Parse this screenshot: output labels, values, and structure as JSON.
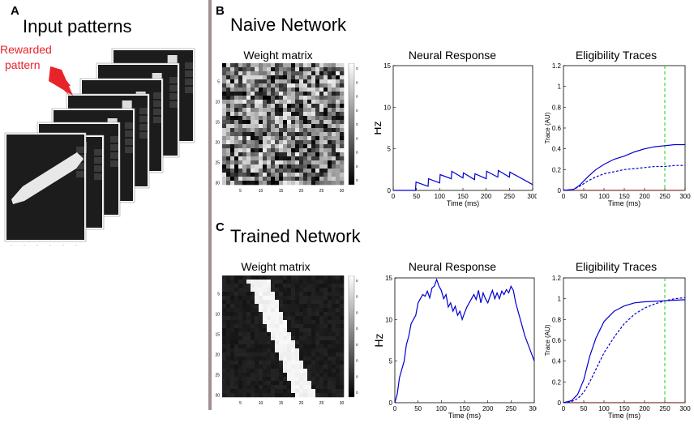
{
  "panels": {
    "a": {
      "letter": "A",
      "title": "Input patterns",
      "rewarded_label": [
        "Rewarded",
        "pattern"
      ],
      "arrow_color": "#e8242b"
    },
    "b": {
      "letter": "B",
      "title": "Naive Network"
    },
    "c": {
      "letter": "C",
      "title": "Trained Network"
    }
  },
  "colorbar_naive": [
    "0.038",
    "0.037",
    "0.037",
    "0.036",
    "0.035",
    "0.034",
    "0.033",
    "0.032",
    "0.031"
  ],
  "colorbar_trained": [
    "0.18",
    "0.16",
    "0.14",
    "0.12",
    "0.1",
    "0.08",
    "0.06",
    "0.04"
  ],
  "matrix_ticks": [
    "5",
    "10",
    "15",
    "20",
    "25",
    "30"
  ],
  "chart_data": [
    {
      "id": "naive-weights",
      "type": "heatmap",
      "title": "Weight matrix",
      "size": 30,
      "pattern": "random",
      "clim": [
        0.031,
        0.038
      ]
    },
    {
      "id": "naive-response",
      "type": "line",
      "title": "Neural Response",
      "xlabel": "Time (ms)",
      "ylabel": "Hz",
      "xlim": [
        0,
        300
      ],
      "ylim": [
        0,
        15
      ],
      "xticks": [
        0,
        50,
        100,
        150,
        200,
        250,
        300
      ],
      "yticks": [
        0,
        5,
        10,
        15
      ],
      "series": [
        {
          "style": "solid",
          "color": "#0000d0",
          "points": [
            [
              0,
              0
            ],
            [
              48,
              0
            ],
            [
              49,
              1
            ],
            [
              75,
              0.5
            ],
            [
              76,
              1.4
            ],
            [
              100,
              0.9
            ],
            [
              101,
              1.9
            ],
            [
              125,
              1.4
            ],
            [
              126,
              2.3
            ],
            [
              150,
              1.5
            ],
            [
              151,
              2.1
            ],
            [
              175,
              1.3
            ],
            [
              176,
              2.0
            ],
            [
              200,
              1.4
            ],
            [
              201,
              2.3
            ],
            [
              225,
              1.6
            ],
            [
              226,
              2.4
            ],
            [
              250,
              1.6
            ],
            [
              251,
              2.2
            ],
            [
              300,
              0.7
            ]
          ]
        }
      ]
    },
    {
      "id": "naive-traces",
      "type": "line",
      "title": "Eligibility Traces",
      "xlabel": "Time (ms)",
      "ylabel": "Trace (AU)",
      "xlim": [
        0,
        300
      ],
      "ylim": [
        0,
        1.2
      ],
      "xticks": [
        0,
        50,
        100,
        150,
        200,
        250,
        300
      ],
      "yticks": [
        0,
        0.2,
        0.4,
        0.6,
        0.8,
        1,
        1.2
      ],
      "vline": 250,
      "series": [
        {
          "style": "solid",
          "color": "#0000d0",
          "points": [
            [
              0,
              0
            ],
            [
              25,
              0.01
            ],
            [
              40,
              0.05
            ],
            [
              60,
              0.13
            ],
            [
              80,
              0.2
            ],
            [
              100,
              0.25
            ],
            [
              125,
              0.3
            ],
            [
              150,
              0.33
            ],
            [
              175,
              0.37
            ],
            [
              200,
              0.4
            ],
            [
              225,
              0.42
            ],
            [
              250,
              0.43
            ],
            [
              275,
              0.44
            ],
            [
              300,
              0.44
            ]
          ]
        },
        {
          "style": "dashed",
          "color": "#0000d0",
          "points": [
            [
              0,
              0
            ],
            [
              25,
              0.01
            ],
            [
              40,
              0.04
            ],
            [
              60,
              0.09
            ],
            [
              80,
              0.13
            ],
            [
              100,
              0.16
            ],
            [
              125,
              0.18
            ],
            [
              150,
              0.2
            ],
            [
              175,
              0.21
            ],
            [
              200,
              0.22
            ],
            [
              225,
              0.23
            ],
            [
              250,
              0.23
            ],
            [
              275,
              0.24
            ],
            [
              300,
              0.24
            ]
          ]
        }
      ]
    },
    {
      "id": "trained-weights",
      "type": "heatmap",
      "title": "Weight matrix",
      "size": 30,
      "pattern": "diagonal-bar",
      "clim": [
        0.04,
        0.18
      ]
    },
    {
      "id": "trained-response",
      "type": "line",
      "title": "Neural Response",
      "xlabel": "Time (ms)",
      "ylabel": "Hz",
      "xlim": [
        0,
        300
      ],
      "ylim": [
        0,
        15
      ],
      "xticks": [
        0,
        50,
        100,
        150,
        200,
        250,
        300
      ],
      "yticks": [
        0,
        5,
        10,
        15
      ],
      "series": [
        {
          "style": "solid",
          "color": "#0000d0",
          "points": [
            [
              0,
              0
            ],
            [
              5,
              1
            ],
            [
              10,
              3
            ],
            [
              15,
              4
            ],
            [
              20,
              5
            ],
            [
              25,
              7
            ],
            [
              30,
              8
            ],
            [
              35,
              9.5
            ],
            [
              40,
              10
            ],
            [
              45,
              10.5
            ],
            [
              50,
              12
            ],
            [
              55,
              12.5
            ],
            [
              60,
              13
            ],
            [
              65,
              12.8
            ],
            [
              70,
              13.4
            ],
            [
              75,
              12.6
            ],
            [
              80,
              13.8
            ],
            [
              85,
              14
            ],
            [
              90,
              14.8
            ],
            [
              95,
              14
            ],
            [
              100,
              13.5
            ],
            [
              105,
              12.5
            ],
            [
              110,
              13
            ],
            [
              115,
              11.5
            ],
            [
              120,
              12
            ],
            [
              125,
              11
            ],
            [
              130,
              11.6
            ],
            [
              135,
              10.5
            ],
            [
              140,
              11
            ],
            [
              145,
              10
            ],
            [
              150,
              10.8
            ],
            [
              155,
              11.5
            ],
            [
              160,
              12
            ],
            [
              165,
              12.5
            ],
            [
              170,
              13
            ],
            [
              175,
              12.4
            ],
            [
              180,
              13.5
            ],
            [
              185,
              12
            ],
            [
              190,
              13.2
            ],
            [
              195,
              12.5
            ],
            [
              200,
              12
            ],
            [
              205,
              12.8
            ],
            [
              210,
              13.5
            ],
            [
              215,
              12.5
            ],
            [
              220,
              13.2
            ],
            [
              225,
              12.5
            ],
            [
              230,
              13.4
            ],
            [
              235,
              13
            ],
            [
              240,
              13.6
            ],
            [
              245,
              13.2
            ],
            [
              250,
              14
            ],
            [
              255,
              13.5
            ],
            [
              260,
              12
            ],
            [
              270,
              10
            ],
            [
              280,
              8
            ],
            [
              290,
              6.5
            ],
            [
              300,
              5
            ]
          ]
        }
      ]
    },
    {
      "id": "trained-traces",
      "type": "line",
      "title": "Eligibility Traces",
      "xlabel": "Time (ms)",
      "ylabel": "Trace (AU)",
      "xlim": [
        0,
        300
      ],
      "ylim": [
        0,
        1.2
      ],
      "xticks": [
        0,
        50,
        100,
        150,
        200,
        250,
        300
      ],
      "yticks": [
        0,
        0.2,
        0.4,
        0.6,
        0.8,
        1,
        1.2
      ],
      "vline": 250,
      "series": [
        {
          "style": "solid",
          "color": "#0000d0",
          "points": [
            [
              0,
              0
            ],
            [
              20,
              0.02
            ],
            [
              35,
              0.08
            ],
            [
              50,
              0.22
            ],
            [
              65,
              0.45
            ],
            [
              80,
              0.62
            ],
            [
              100,
              0.78
            ],
            [
              125,
              0.88
            ],
            [
              150,
              0.93
            ],
            [
              175,
              0.96
            ],
            [
              200,
              0.97
            ],
            [
              250,
              0.98
            ],
            [
              300,
              0.99
            ]
          ]
        },
        {
          "style": "dashed",
          "color": "#0000d0",
          "points": [
            [
              0,
              0
            ],
            [
              20,
              0.01
            ],
            [
              35,
              0.04
            ],
            [
              50,
              0.1
            ],
            [
              65,
              0.2
            ],
            [
              80,
              0.32
            ],
            [
              100,
              0.48
            ],
            [
              125,
              0.63
            ],
            [
              150,
              0.76
            ],
            [
              175,
              0.85
            ],
            [
              200,
              0.91
            ],
            [
              225,
              0.95
            ],
            [
              250,
              0.98
            ],
            [
              275,
              1.0
            ],
            [
              300,
              1.01
            ]
          ]
        }
      ]
    }
  ]
}
